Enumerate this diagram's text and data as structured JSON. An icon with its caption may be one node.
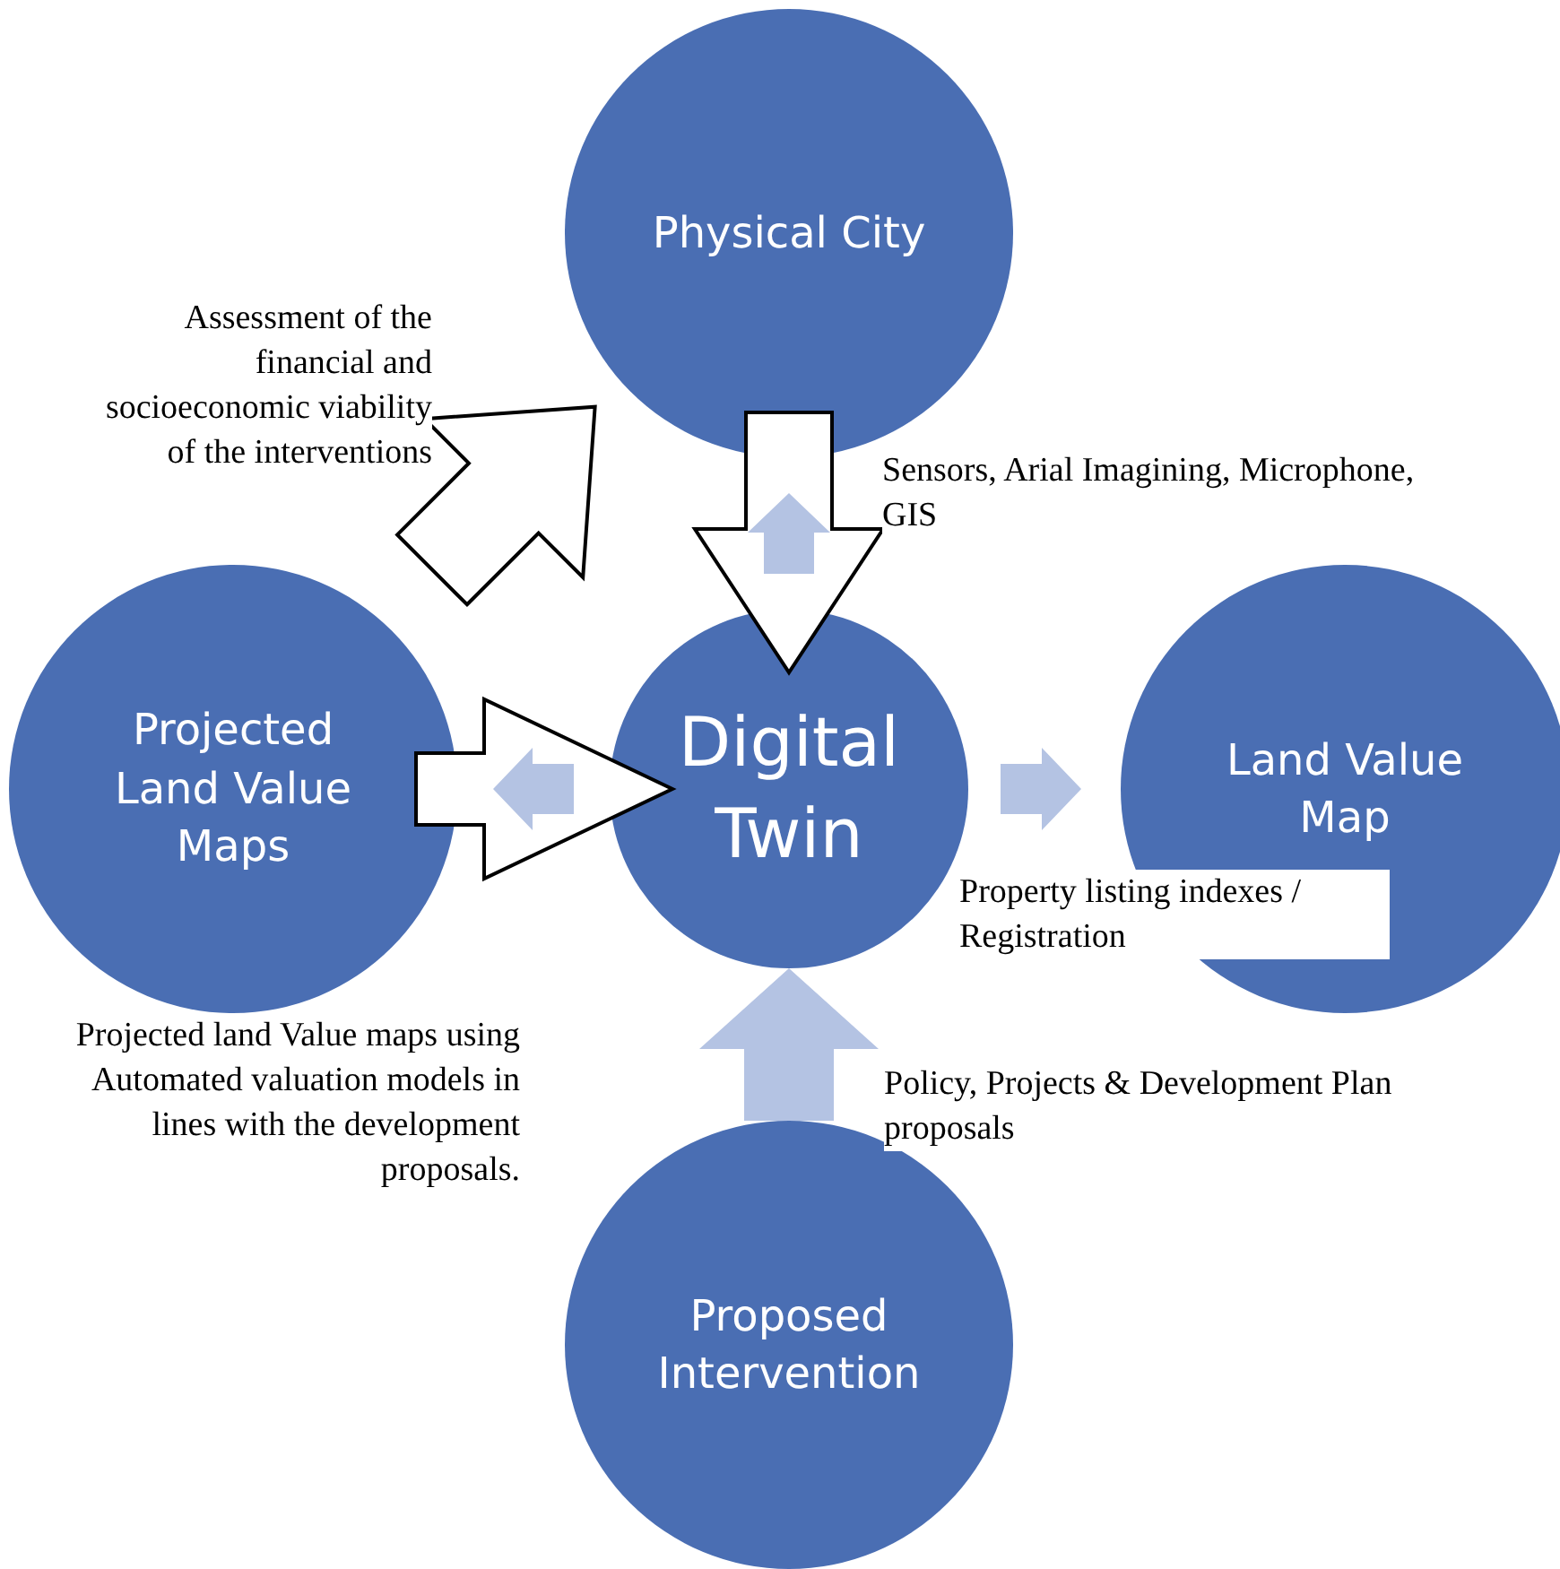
{
  "diagram": {
    "nodes": [
      {
        "text": [
          "Physical City"
        ]
      },
      {
        "text": [
          "Digital Twin"
        ]
      },
      {
        "text": [
          "Land Value Map"
        ]
      },
      {
        "text": [
          "Projected Land Value Maps"
        ],
        "beside": [
          "Projected land Value maps using Automated valuation models in lines with the development proposals."
        ]
      },
      {
        "text": [
          "Proposed Intervention"
        ]
      }
    ],
    "edges": [
      {
        "from": 0,
        "to": 1,
        "arrow": "to",
        "color": "#ffffff"
      },
      {
        "from": 1,
        "to": 0,
        "arrow": "to",
        "label": "Sensors, Arial Imagining, Microphone, GIS"
      },
      {
        "from": 3,
        "to": 1,
        "arrow": "to",
        "color": "#ffffff"
      },
      {
        "from": 1,
        "to": 3,
        "arrow": "to"
      },
      {
        "from": 1,
        "to": 2,
        "arrow": "to",
        "label": "Property listing indexes / Registration"
      },
      {
        "from": 4,
        "to": 1,
        "arrow": "to",
        "label": "Policy, Projects & Development Plan proposals"
      },
      {
        "from": 3,
        "to": 0,
        "arrow": "to",
        "color": "#ffffff",
        "label": "Assessment of the financial and socioeconomic viability of the interventions"
      }
    ]
  }
}
